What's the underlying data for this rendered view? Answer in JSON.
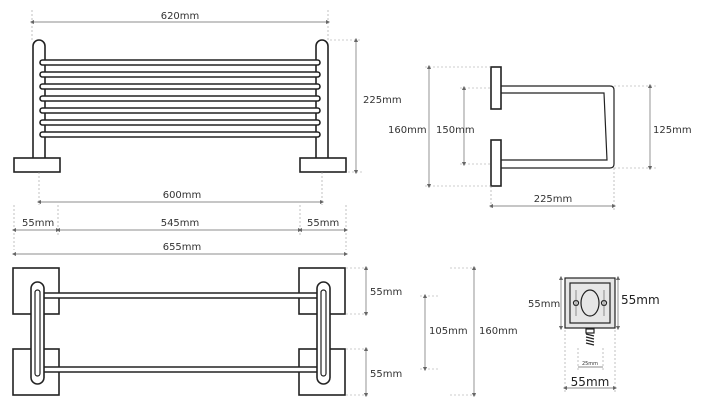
{
  "colors": {
    "stroke": "#222222",
    "dimension": "#666666",
    "mount_plate_fill": "#e6e6e6"
  },
  "front_view": {
    "overall_width": "620mm",
    "height": "225mm",
    "inner_span": "600mm",
    "left_base": "55mm",
    "middle_span": "545mm",
    "right_base": "55mm",
    "total_width": "655mm"
  },
  "side_view": {
    "total_height": "160mm",
    "mount_spacing": "150mm",
    "rail_height": "125mm",
    "depth": "225mm"
  },
  "top_view": {
    "mount_top": "55mm",
    "mount_bottom": "55mm",
    "mount_spacing": "105mm",
    "total_depth": "160mm"
  },
  "mount_detail": {
    "height": "55mm",
    "height_large": "55mm",
    "screw_label": "25mm",
    "width": "55mm"
  }
}
